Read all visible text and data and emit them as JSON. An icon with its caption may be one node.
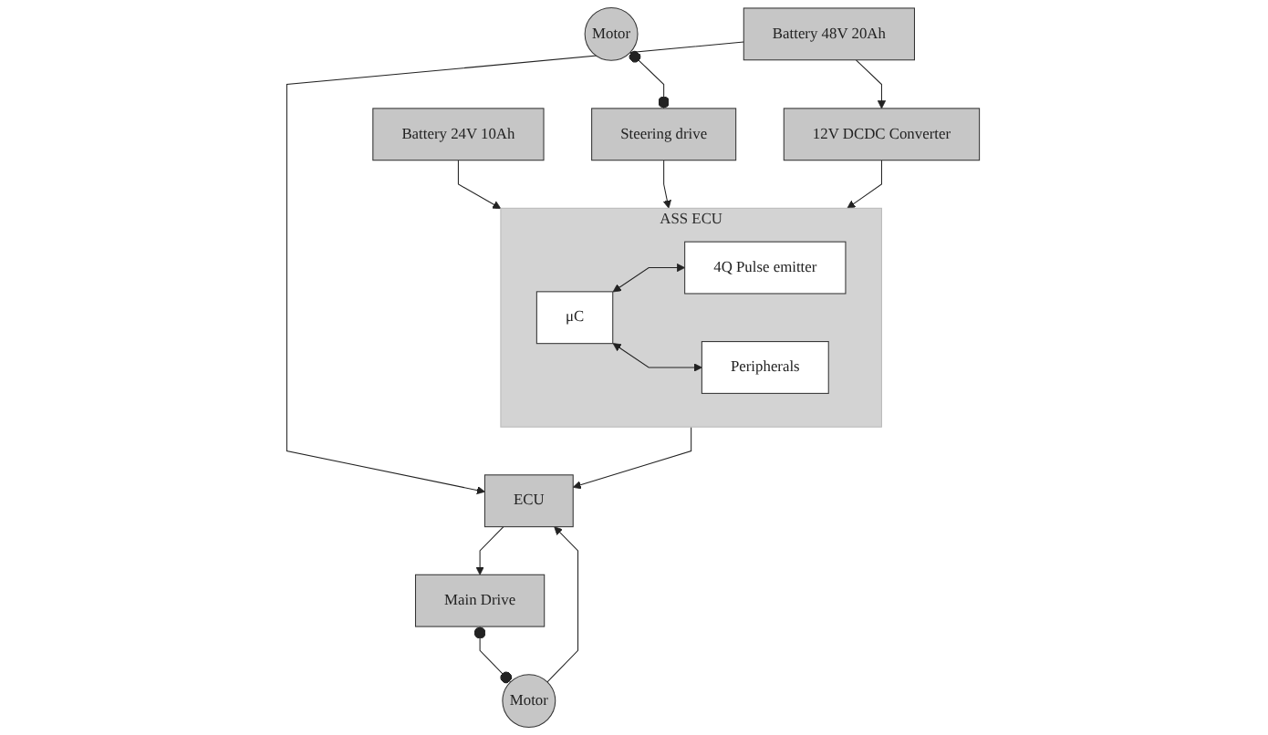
{
  "diagram": {
    "nodes": [
      {
        "text": [
          "Motor"
        ]
      },
      {
        "text": [
          "Battery 24V 10Ah"
        ]
      },
      {
        "text": [
          "Steering drive"
        ]
      },
      {
        "text": [
          "ASS ECU"
        ]
      },
      {
        "text": [
          "μC"
        ],
        "in": 3
      },
      {
        "text": [
          "4Q Pulse emitter"
        ],
        "in": 3
      },
      {
        "text": [
          "Peripherals"
        ],
        "in": 3
      },
      {
        "text": [
          "ECU"
        ]
      },
      {
        "text": [
          "Main Drive"
        ]
      },
      {
        "text": [
          "Motor"
        ]
      },
      {
        "text": [
          "Battery 48V 20Ah"
        ]
      },
      {
        "text": [
          "12V DCDC Converter"
        ]
      }
    ],
    "edges": [
      {
        "from": 0,
        "to": 2,
        "arrow": "other"
      },
      {
        "from": 1,
        "to": 3,
        "arrow": "to"
      },
      {
        "from": 2,
        "to": 3,
        "arrow": "to"
      },
      {
        "from": 4,
        "to": 5,
        "arrow": "both"
      },
      {
        "from": 4,
        "to": 6,
        "arrow": "both"
      },
      {
        "from": 3,
        "to": 7,
        "arrow": "to"
      },
      {
        "from": 7,
        "to": 8,
        "arrow": "to"
      },
      {
        "from": 8,
        "to": 9,
        "arrow": "other"
      },
      {
        "from": 9,
        "to": 7,
        "arrow": "to"
      },
      {
        "from": 10,
        "to": 7,
        "arrow": "to"
      },
      {
        "from": 10,
        "to": 11,
        "arrow": "to"
      },
      {
        "from": 11,
        "to": 3,
        "arrow": "to"
      }
    ]
  }
}
